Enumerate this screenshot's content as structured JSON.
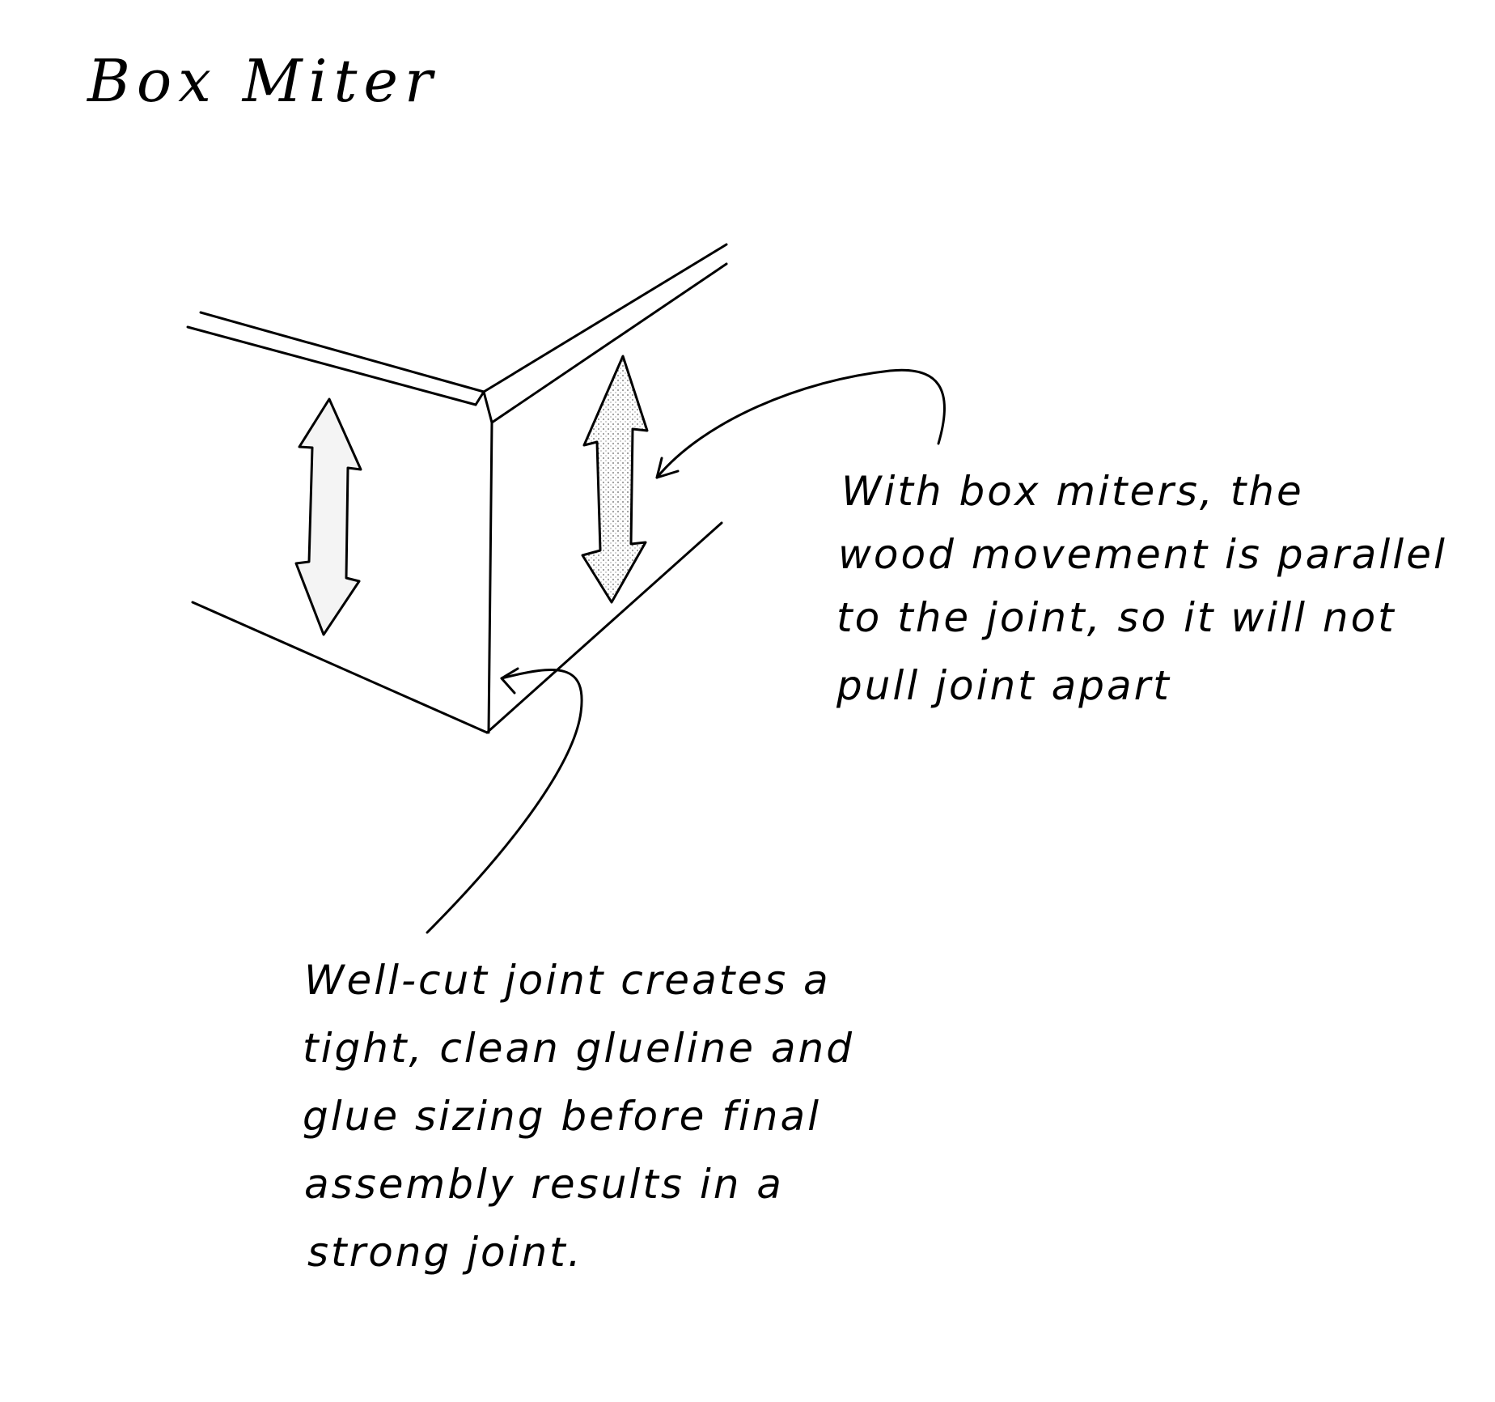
{
  "title": "Box Miter",
  "notes": {
    "right": [
      "With box miters, the",
      "wood movement is parallel",
      "to the joint, so it will not",
      "pull joint apart"
    ],
    "bottom": [
      "Well-cut joint creates a",
      "tight, clean glueline and",
      "glue sizing before final",
      "assembly results in a",
      "strong joint."
    ]
  },
  "colors": {
    "ink": "#000000",
    "paper": "#ffffff",
    "arrow_shade": "#bdbdbd"
  },
  "icons": {
    "movement_arrow": "double-headed-arrow",
    "callout_arrow": "curved-arrow"
  }
}
